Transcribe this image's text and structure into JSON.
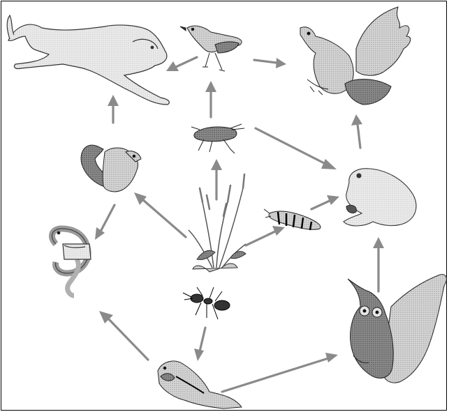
{
  "diagram": {
    "organisms": [
      {
        "id": "mountain-lion",
        "icon": "mountain-lion-icon"
      },
      {
        "id": "small-bird",
        "icon": "bird-icon"
      },
      {
        "id": "hawk",
        "icon": "hawk-icon"
      },
      {
        "id": "grasshopper",
        "icon": "grasshopper-icon"
      },
      {
        "id": "squirrel",
        "icon": "squirrel-icon"
      },
      {
        "id": "frog",
        "icon": "frog-icon"
      },
      {
        "id": "plant",
        "icon": "plant-icon"
      },
      {
        "id": "caterpillar",
        "icon": "caterpillar-icon"
      },
      {
        "id": "snake",
        "icon": "snake-icon"
      },
      {
        "id": "ant",
        "icon": "ant-icon"
      },
      {
        "id": "owl",
        "icon": "owl-icon"
      },
      {
        "id": "chipmunk",
        "icon": "chipmunk-icon"
      }
    ],
    "edges": [
      {
        "from": "small-bird",
        "to": "mountain-lion"
      },
      {
        "from": "small-bird",
        "to": "hawk"
      },
      {
        "from": "grasshopper",
        "to": "small-bird"
      },
      {
        "from": "squirrel",
        "to": "mountain-lion"
      },
      {
        "from": "frog",
        "to": "hawk"
      },
      {
        "from": "grasshopper",
        "to": "frog"
      },
      {
        "from": "plant",
        "to": "grasshopper"
      },
      {
        "from": "plant",
        "to": "squirrel"
      },
      {
        "from": "plant",
        "to": "caterpillar"
      },
      {
        "from": "caterpillar",
        "to": "frog"
      },
      {
        "from": "squirrel",
        "to": "snake"
      },
      {
        "from": "ant",
        "to": "chipmunk"
      },
      {
        "from": "chipmunk",
        "to": "snake"
      },
      {
        "from": "chipmunk",
        "to": "owl"
      },
      {
        "from": "owl",
        "to": "frog"
      }
    ],
    "colors": {
      "arrow": "#8a8a8a",
      "outline": "#222222"
    }
  }
}
